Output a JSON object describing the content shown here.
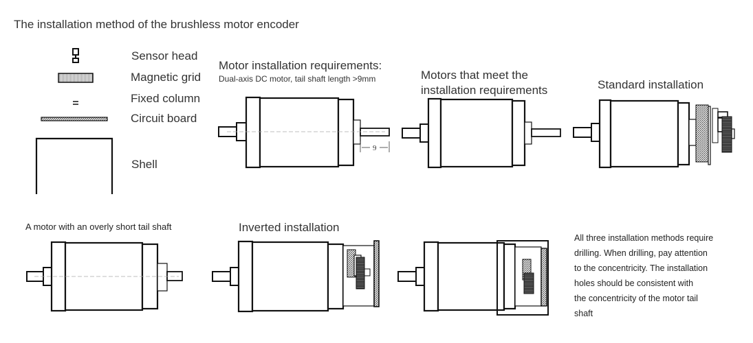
{
  "title": "The installation method of the brushless motor encoder",
  "legend": {
    "sensor_head": "Sensor head",
    "magnetic_grid": "Magnetic grid",
    "fixed_column": "Fixed column",
    "circuit_board": "Circuit board",
    "shell": "Shell"
  },
  "panels": {
    "requirements_title": "Motor installation requirements:",
    "requirements_sub": "Dual-axis DC motor, tail shaft length >9mm",
    "dimension_label": "9",
    "meets_line1": "Motors that meet the",
    "meets_line2": "installation requirements",
    "standard": "Standard installation",
    "short_shaft": "A motor with an overly short tail shaft",
    "inverted": "Inverted installation"
  },
  "note_lines": [
    "All three installation methods require",
    "drilling. When drilling, pay attention",
    "to the concentricity. The installation",
    "holes should be consistent with",
    "the concentricity of the motor tail",
    "shaft"
  ]
}
